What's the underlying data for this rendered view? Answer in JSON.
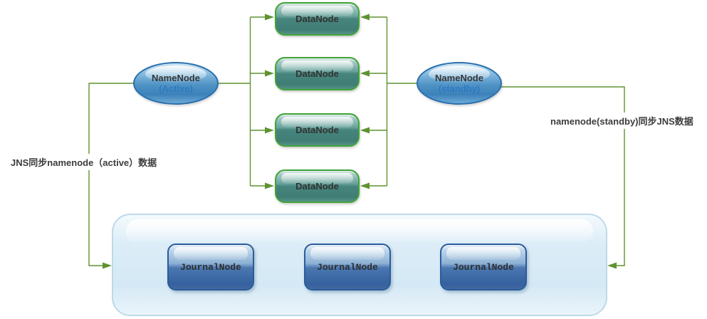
{
  "nodes": {
    "namenode_active": {
      "title": "NameNode",
      "subtitle": "(Active)"
    },
    "namenode_standby": {
      "title": "NameNode",
      "subtitle": "(standby)"
    },
    "datanodes": [
      {
        "label": "DataNode"
      },
      {
        "label": "DataNode"
      },
      {
        "label": "DataNode"
      },
      {
        "label": "DataNode"
      }
    ],
    "journalnodes": [
      {
        "label": "JournalNode"
      },
      {
        "label": "JournalNode"
      },
      {
        "label": "JournalNode"
      }
    ]
  },
  "annotations": {
    "jns_sync_label": "JNS同步namenode（active）数据",
    "standby_sync_label": "namenode(standby)同步JNS数据"
  },
  "colors": {
    "connector_green": "#5f9331",
    "datanode_border_green": "#41a437",
    "datanode_fill_teal": "#46857d",
    "namenode_fill_blue": "#4e92c5",
    "namenode_subtitle_blue": "#2e79c1",
    "journalnode_fill_blue": "#4a77b0",
    "journalnode_border_blue": "#2b5c9d",
    "journal_container_fill": "#d9ecf7",
    "background": "#ffffff"
  }
}
